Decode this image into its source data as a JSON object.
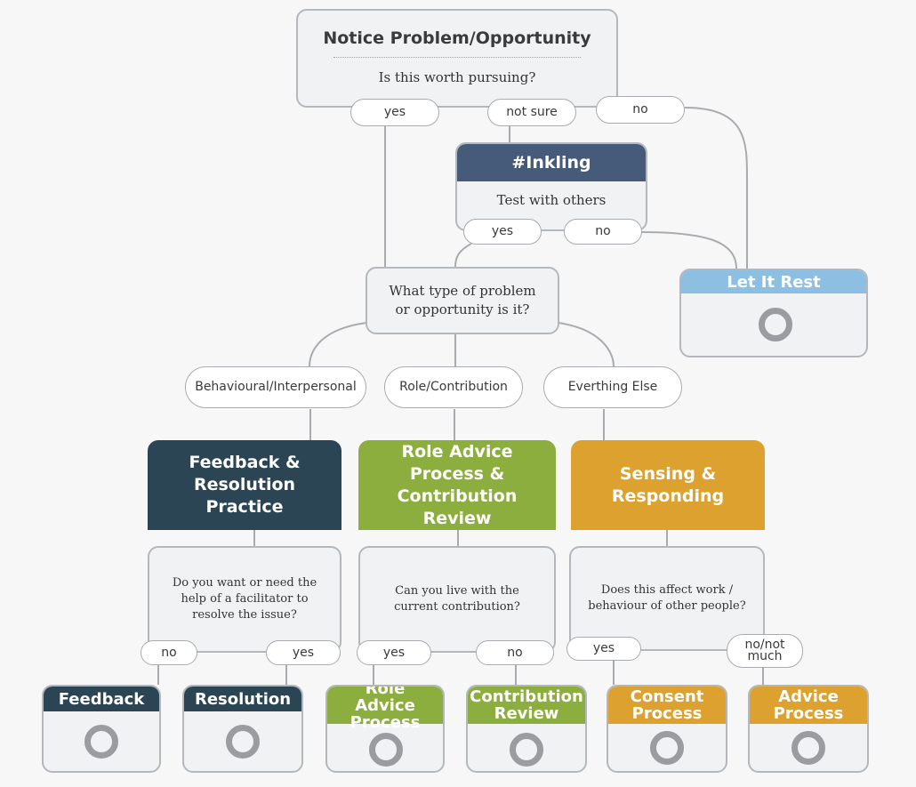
{
  "root": {
    "title": "Notice Problem/Opportunity",
    "question": "Is this worth pursuing?",
    "options": {
      "yes": "yes",
      "not_sure": "not sure",
      "no": "no"
    }
  },
  "inkling": {
    "title": "#Inkling",
    "subtitle": "Test with others",
    "options": {
      "yes": "yes",
      "no": "no"
    },
    "color": "#465a7a"
  },
  "let_it_rest": {
    "title": "Let It Rest",
    "color": "#8cbfe2"
  },
  "type_question": {
    "text": "What type of problem or opportunity is it?"
  },
  "categories": {
    "behavioural": "Behavioural/Interpersonal",
    "role": "Role/Contribution",
    "else": "Everthing Else"
  },
  "practices": {
    "feedback_resolution": {
      "title": "Feedback & Resolution Practice",
      "color": "#2b4554"
    },
    "role_advice": {
      "title": "Role Advice Process & Contribution Review",
      "color": "#8cae3e"
    },
    "sensing": {
      "title": "Sensing & Responding",
      "color": "#dca12e"
    }
  },
  "questions": {
    "facilitator": {
      "text": "Do you want or need the help of a facilitator to resolve the issue?",
      "options": {
        "no": "no",
        "yes": "yes"
      }
    },
    "live_with": {
      "text": "Can you live with the current contribution?",
      "options": {
        "yes": "yes",
        "no": "no"
      }
    },
    "affect": {
      "text": "Does this affect work / behaviour of other people?",
      "options": {
        "yes": "yes",
        "no_not_much": "no/not much"
      }
    }
  },
  "outcomes": {
    "feedback": {
      "title": "Feedback",
      "color": "#2b4554"
    },
    "resolution": {
      "title": "Resolution",
      "color": "#2b4554"
    },
    "role_advice_process": {
      "title": "Role Advice Process",
      "color": "#8cae3e"
    },
    "contribution_review": {
      "title": "Contribution Review",
      "color": "#8cae3e"
    },
    "consent_process": {
      "title": "Consent Process",
      "color": "#dca12e"
    },
    "advice_process": {
      "title": "Advice Process",
      "color": "#dca12e"
    }
  }
}
